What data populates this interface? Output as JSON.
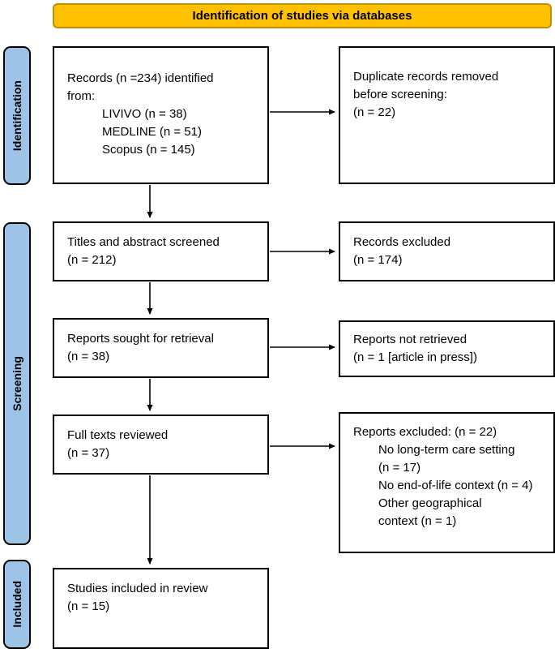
{
  "header": {
    "title": "Identification of studies via databases"
  },
  "stages": [
    {
      "label": "Identification"
    },
    {
      "label": "Screening"
    },
    {
      "label": "Included"
    }
  ],
  "boxes": {
    "records_identified": {
      "lines": [
        "Records (n =234) identified",
        "from:",
        "LIVIVO (n = 38)",
        "MEDLINE (n = 51)",
        "Scopus (n = 145)"
      ]
    },
    "duplicates_removed": {
      "lines": [
        "Duplicate records removed",
        "before screening:",
        "(n = 22)"
      ]
    },
    "titles_screened": {
      "lines": [
        "Titles and abstract screened",
        "(n = 212)"
      ]
    },
    "records_excluded": {
      "lines": [
        "Records excluded",
        "(n = 174)"
      ]
    },
    "reports_sought": {
      "lines": [
        "Reports sought for retrieval",
        "(n = 38)"
      ]
    },
    "reports_not_retrieved": {
      "lines": [
        "Reports not retrieved",
        "(n = 1 [article in press])"
      ]
    },
    "full_texts_reviewed": {
      "lines": [
        "Full texts reviewed",
        "(n = 37)"
      ]
    },
    "reports_excluded": {
      "lines": [
        "Reports excluded: (n = 22)",
        "No long-term care setting",
        "(n = 17)",
        "No end-of-life context (n = 4)",
        "Other geographical",
        "context (n = 1)"
      ]
    },
    "studies_included": {
      "lines": [
        "Studies included in review",
        "(n = 15)"
      ]
    }
  },
  "colors": {
    "header_fill": "#FFC000",
    "header_border": "#BF9000",
    "stage_fill": "#9DC3E6",
    "stage_border": "#000000",
    "box_border": "#000000",
    "arrow": "#000000"
  }
}
